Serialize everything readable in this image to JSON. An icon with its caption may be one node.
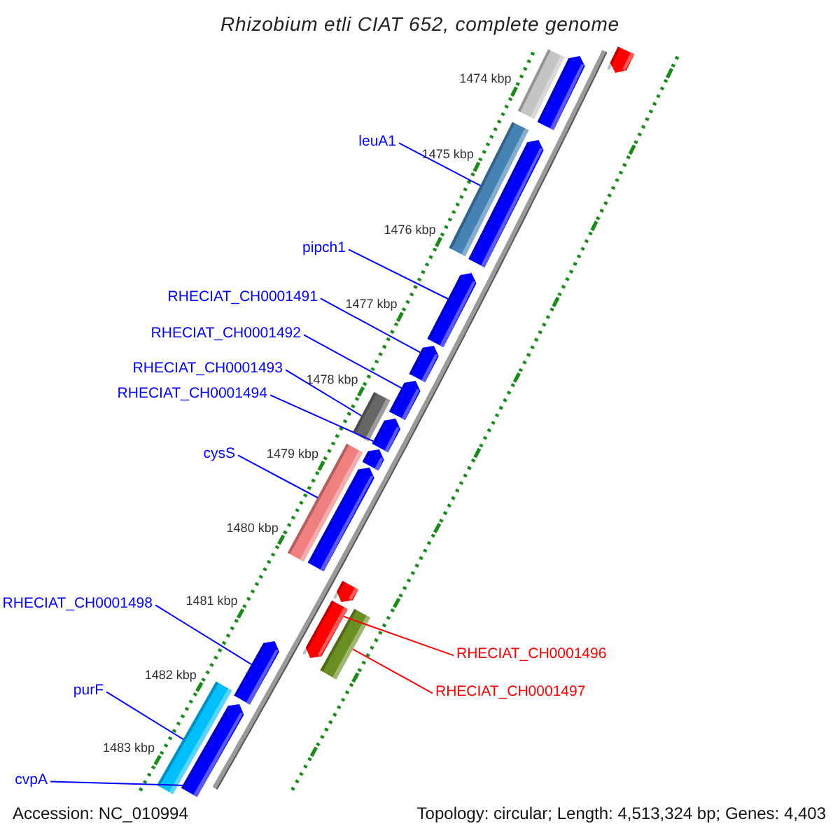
{
  "diagram": {
    "title": "Rhizobium etli CIAT 652, complete genome",
    "nodes": [
      {
        "text": [
          "leuA1"
        ]
      },
      {
        "text": [
          "pipch1"
        ]
      },
      {
        "text": [
          "RHECIAT_CH0001491"
        ]
      },
      {
        "text": [
          "RHECIAT_CH0001492"
        ]
      },
      {
        "text": [
          "RHECIAT_CH0001493"
        ]
      },
      {
        "text": [
          "RHECIAT_CH0001494"
        ]
      },
      {
        "text": [
          "cysS"
        ]
      },
      {
        "text": [
          "RHECIAT_CH0001498"
        ]
      },
      {
        "text": [
          "RHECIAT_CH0001496"
        ]
      },
      {
        "text": [
          "purF"
        ]
      },
      {
        "text": [
          "RHECIAT_CH0001497"
        ]
      },
      {
        "text": [
          "cvpA"
        ]
      },
      {
        "text": [],
        "shape": "bar"
      },
      {
        "text": [],
        "shape": "bar"
      },
      {
        "text": [],
        "shape": "bar"
      },
      {
        "text": [],
        "shape": "bar"
      },
      {
        "text": [],
        "shape": "bar"
      },
      {
        "text": [],
        "shape": "bar"
      },
      {
        "text": [],
        "shape": "bar"
      },
      {
        "text": [],
        "shape": "bar"
      },
      {
        "text": [],
        "shape": "bar"
      },
      {
        "text": [],
        "shape": "bar"
      },
      {
        "text": [],
        "shape": "bar"
      },
      {
        "text": [],
        "shape": "bar"
      },
      {
        "text": [],
        "shape": "bar"
      },
      {
        "text": [],
        "shape": "bar"
      },
      {
        "text": [],
        "shape": "bar"
      },
      {
        "text": [],
        "shape": "bar"
      },
      {
        "text": [],
        "shape": "bar"
      },
      {
        "text": [],
        "shape": "bar"
      },
      {
        "text": [],
        "shape": "bar"
      }
    ],
    "edges": [
      {
        "from": 0,
        "to": 15,
        "arrow": "none"
      },
      {
        "from": 1,
        "to": 17,
        "arrow": "none"
      },
      {
        "from": 2,
        "to": 18,
        "arrow": "none"
      },
      {
        "from": 3,
        "to": 19,
        "arrow": "none"
      },
      {
        "from": 4,
        "to": 20,
        "arrow": "none"
      },
      {
        "from": 5,
        "to": 21,
        "arrow": "none"
      },
      {
        "from": 6,
        "to": 22,
        "arrow": "none"
      },
      {
        "from": 7,
        "to": 28,
        "arrow": "none"
      },
      {
        "from": 8,
        "to": 26,
        "arrow": "none",
        "color": "#ff0000"
      },
      {
        "from": 9,
        "to": 29,
        "arrow": "none"
      },
      {
        "from": 10,
        "to": 27,
        "arrow": "none",
        "color": "#ff0000"
      },
      {
        "from": 11,
        "to": 30,
        "arrow": "none"
      }
    ],
    "labels": [
      "1474 kbp",
      "1475 kbp",
      "1476 kbp",
      "1477 kbp",
      "1478 kbp",
      "1479 kbp",
      "1480 kbp",
      "1481 kbp",
      "1482 kbp",
      "1483 kbp",
      "Accession: NC_010994",
      "Topology: circular; Length: 4,513,324 bp; Genes: 4,403"
    ]
  }
}
